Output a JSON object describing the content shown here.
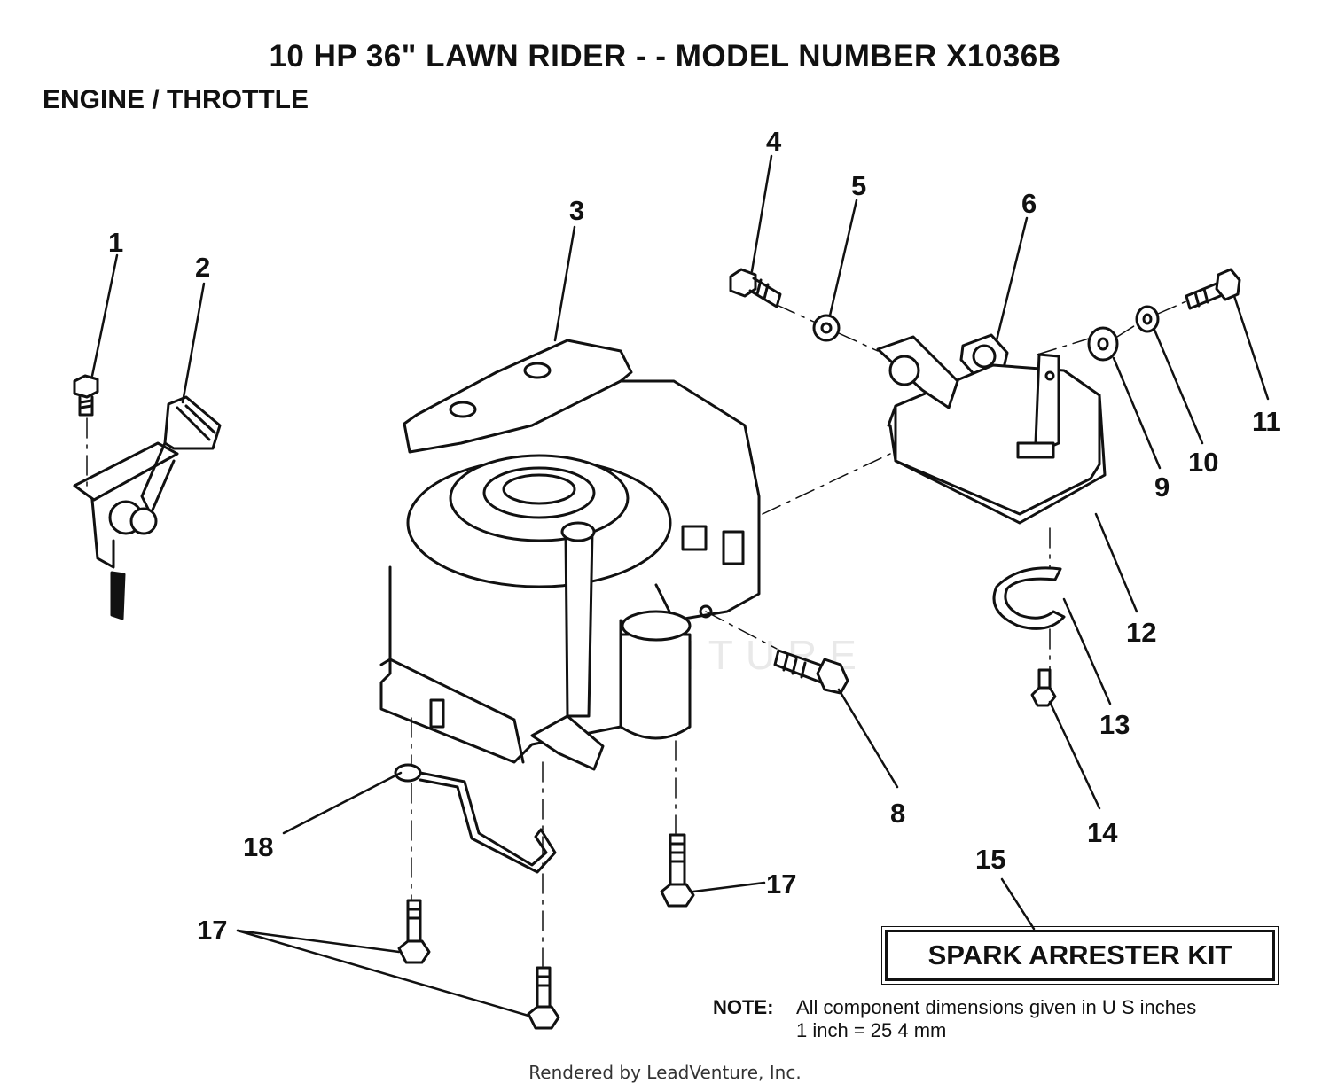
{
  "header": {
    "title": "10 HP 36\" LAWN RIDER - - MODEL NUMBER X1036B",
    "section": "ENGINE / THROTTLE"
  },
  "callouts": {
    "c1": "1",
    "c2": "2",
    "c3": "3",
    "c4": "4",
    "c5": "5",
    "c6": "6",
    "c8": "8",
    "c9": "9",
    "c10": "10",
    "c11": "11",
    "c12": "12",
    "c13": "13",
    "c14": "14",
    "c15": "15",
    "c17a": "17",
    "c17b": "17",
    "c18": "18"
  },
  "kit_label": "SPARK ARRESTER KIT",
  "note": {
    "label": "NOTE:",
    "line1": "All component dimensions given in U S  inches",
    "line2": "1 inch = 25 4 mm"
  },
  "watermark": "LEADVENTURE",
  "footer": "Rendered by LeadVenture, Inc."
}
